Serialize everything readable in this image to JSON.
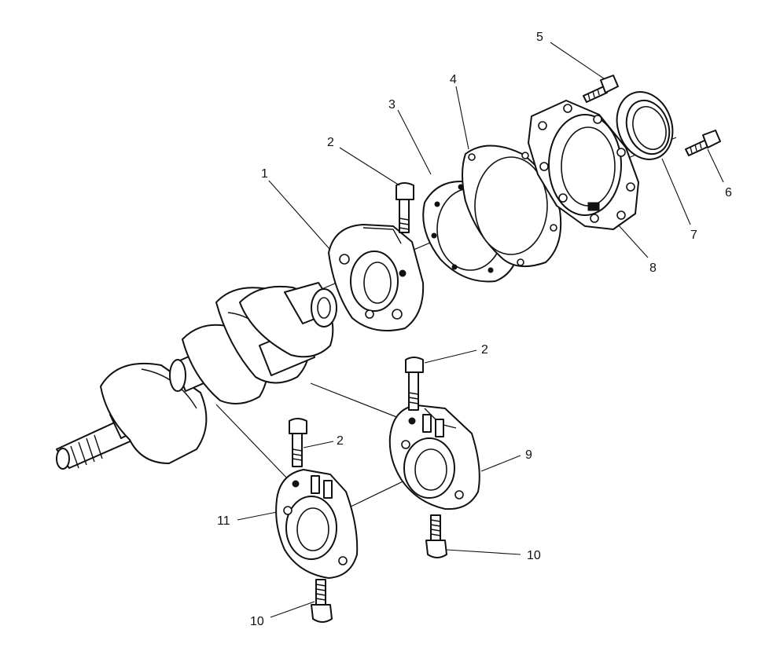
{
  "callouts": {
    "c1": "1",
    "c2a": "2",
    "c2b": "2",
    "c2c": "2",
    "c3": "3",
    "c4": "4",
    "c5": "5",
    "c6": "6",
    "c7": "7",
    "c8": "8",
    "c9": "9",
    "c10a": "10",
    "c10b": "10",
    "c11": "11"
  }
}
